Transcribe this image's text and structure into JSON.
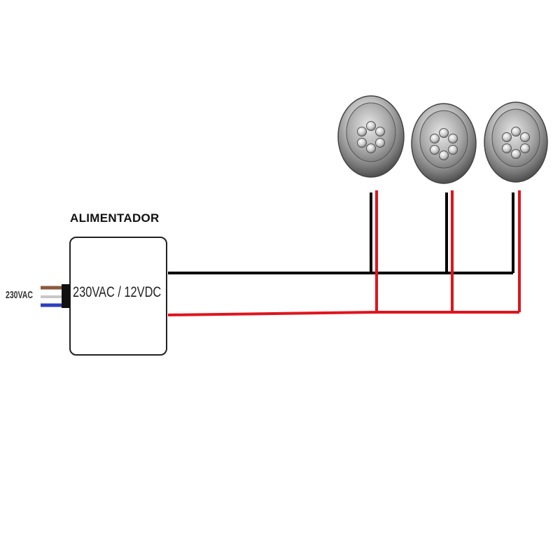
{
  "diagram": {
    "power_supply": {
      "title": "ALIMENTADOR",
      "label": "230VAC / 12VDC"
    },
    "input": {
      "label": "230VAC",
      "wire_colors": {
        "brown": "#8a5a3c",
        "blue": "#2f3fc0"
      }
    },
    "wires": {
      "negative_color": "#000000",
      "positive_color": "#e0141e"
    },
    "lights": [
      {
        "name": "led-light-1"
      },
      {
        "name": "led-light-2"
      },
      {
        "name": "led-light-3"
      }
    ]
  }
}
